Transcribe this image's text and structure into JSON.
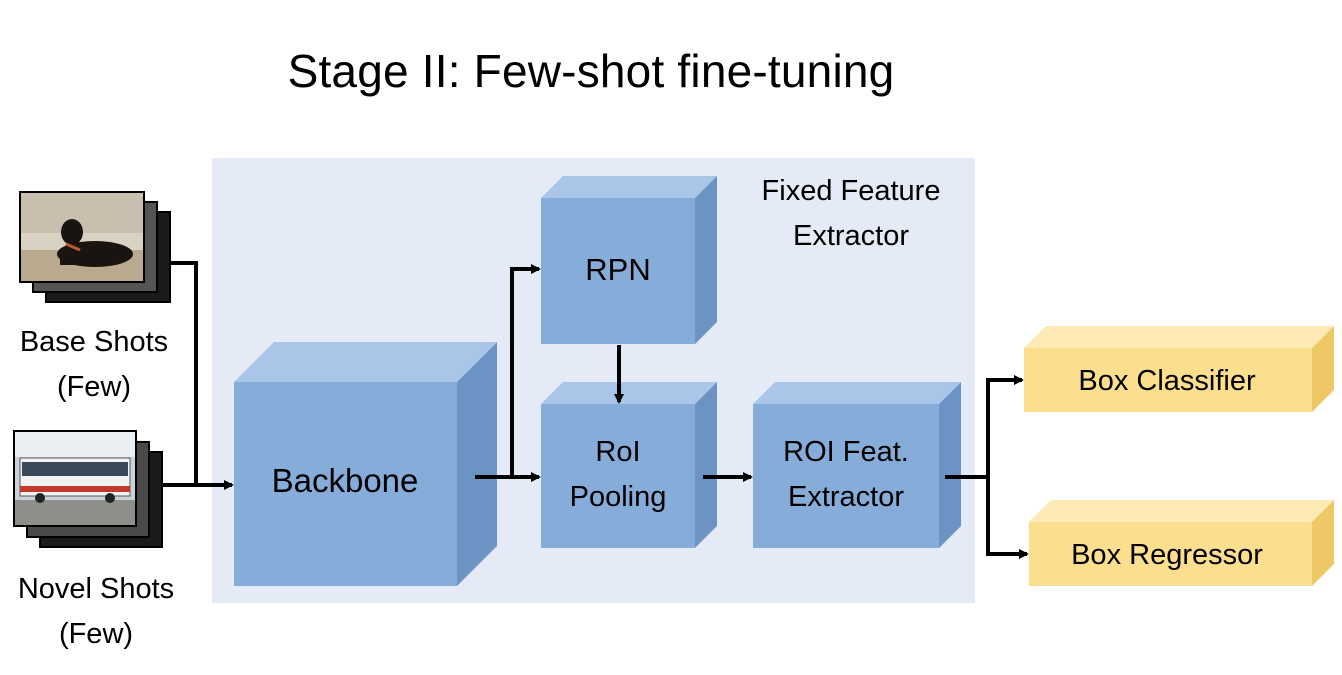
{
  "title": "Stage II: Few-shot fine-tuning",
  "region": {
    "label_line1": "Fixed Feature",
    "label_line2": "Extractor"
  },
  "inputs": [
    {
      "line1": "Base Shots",
      "line2": "(Few)",
      "image": "dog-photo-stack"
    },
    {
      "line1": "Novel Shots",
      "line2": "(Few)",
      "image": "bus-photo-stack"
    }
  ],
  "blocks": {
    "backbone": {
      "label": "Backbone"
    },
    "rpn": {
      "label": "RPN"
    },
    "roi_pooling": {
      "line1": "RoI",
      "line2": "Pooling"
    },
    "roi_feat": {
      "line1": "ROI Feat.",
      "line2": "Extractor"
    },
    "box_classifier": {
      "label": "Box Classifier"
    },
    "box_regressor": {
      "label": "Box Regressor"
    }
  },
  "colors": {
    "region_bg": "#e4ebf6",
    "block_front": "#86acd9",
    "block_top": "#a9c6e8",
    "block_side": "#6b93c4",
    "head_front": "#fbdf8e",
    "head_top": "#fdeab5",
    "head_side": "#efc866",
    "arrow": "#000000"
  }
}
